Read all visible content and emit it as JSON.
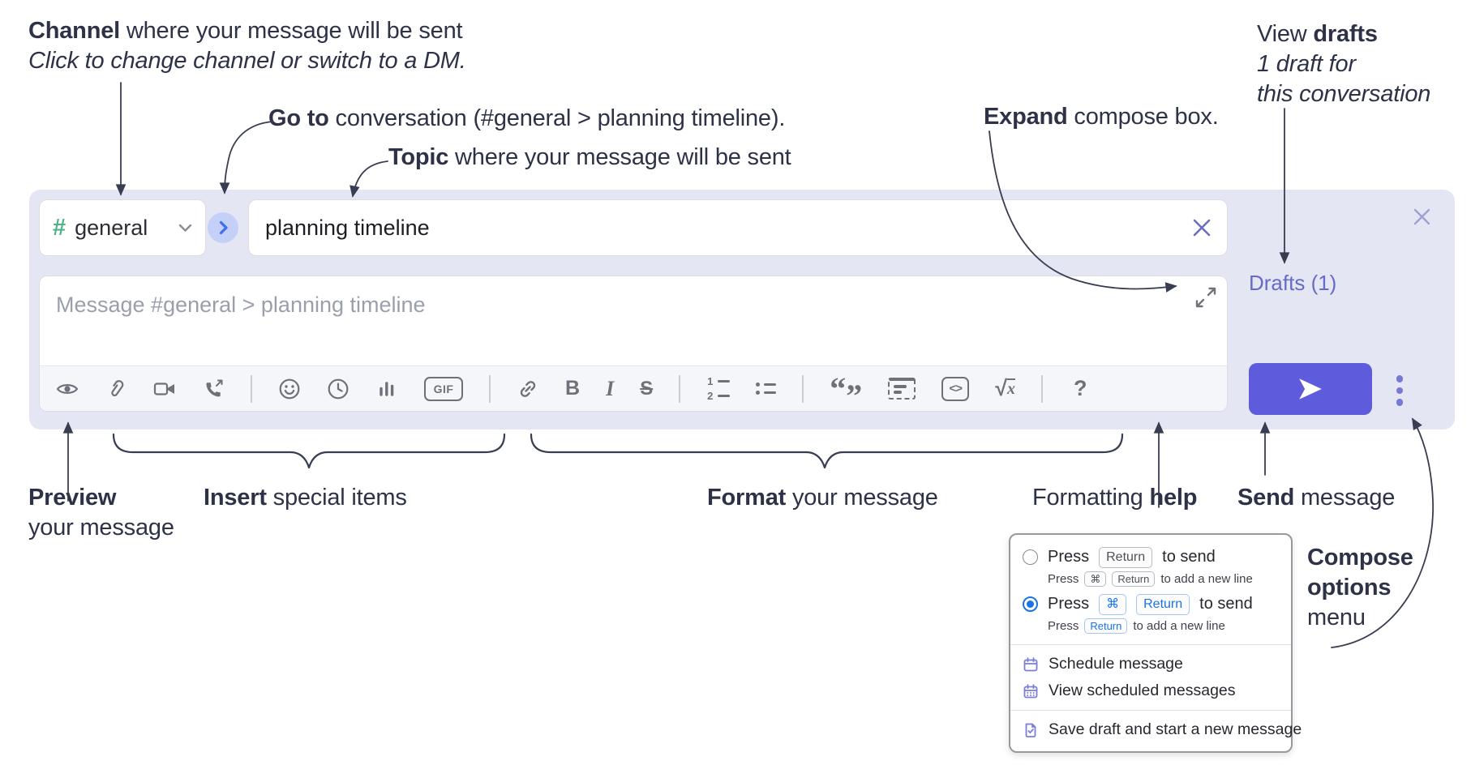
{
  "annotations": {
    "channel": {
      "lead": "Channel",
      "rest": " where your message will be sent",
      "sub": "Click to change channel or switch to a DM."
    },
    "go_to": {
      "lead": "Go to",
      "rest": " conversation (#general > planning timeline)."
    },
    "topic": {
      "lead": "Topic",
      "rest": " where your message will be sent"
    },
    "expand": {
      "lead": "Expand",
      "rest": " compose box."
    },
    "view_drafts": {
      "pre": "View ",
      "lead": "drafts",
      "sub1": "1 draft for",
      "sub2": "this conversation"
    },
    "preview": {
      "lead": "Preview",
      "sub": "your message"
    },
    "insert": {
      "lead": "Insert",
      "rest": " special items"
    },
    "format": {
      "lead": "Format",
      "rest": " your message"
    },
    "formatting_help": {
      "pre": "Formatting ",
      "lead": "help"
    },
    "send": {
      "lead": "Send",
      "rest": " message"
    },
    "compose_options": {
      "line1": "Compose",
      "line2": "options",
      "line3": "menu"
    }
  },
  "compose": {
    "channel": {
      "hash": "#",
      "name": "general"
    },
    "topic_value": "planning timeline",
    "message_placeholder": "Message #general > planning timeline",
    "drafts_link": "Drafts (1)",
    "toolbar": {
      "gif": "GIF",
      "bold": "B",
      "italic": "I",
      "strike": "S",
      "ol_1": "1",
      "ol_2": "2",
      "quote_open": "“",
      "quote_close": "”",
      "code": "<>",
      "sqrt": "√",
      "math_var": "x",
      "help": "?"
    }
  },
  "options_menu": {
    "row1": {
      "pre": "Press",
      "key1": "Return",
      "post": "to send",
      "selected": false
    },
    "row1_sub": {
      "pre": "Press",
      "key1": "⌘",
      "key2": "Return",
      "post": "to add a new line"
    },
    "row2": {
      "pre": "Press",
      "key1": "⌘",
      "key2": "Return",
      "post": "to send",
      "selected": true
    },
    "row2_sub": {
      "pre": "Press",
      "key1": "Return",
      "post": "to add a new line"
    },
    "items": [
      {
        "icon": "calendar-icon",
        "label": "Schedule message"
      },
      {
        "icon": "calendar-grid-icon",
        "label": "View scheduled messages"
      },
      {
        "icon": "document-check-icon",
        "label": "Save draft and start a new message"
      }
    ]
  },
  "colors": {
    "compose_bg": "#e4e6f4",
    "send_button": "#5e5cdd",
    "drafts_link": "#666cc5",
    "hash_green": "#4eb487",
    "go_to_chevron": "#3f6ef0",
    "go_to_circle_bg": "#c4d0f7",
    "radio_selected": "#1a73e8",
    "menu_icon_indigo": "#7a7ed8",
    "icon_gray": "#6e717a",
    "annotation_text": "#2e3247"
  }
}
